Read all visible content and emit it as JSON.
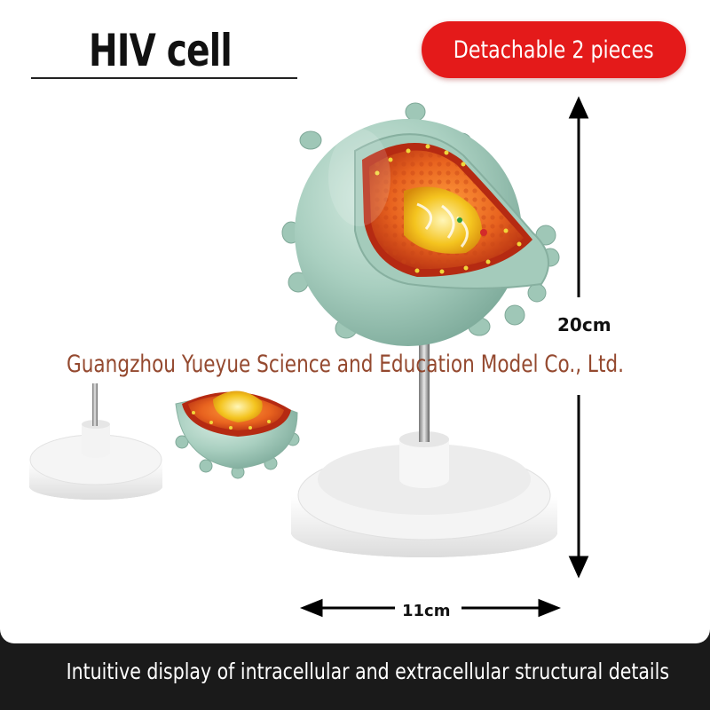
{
  "header": {
    "title": "HIV cell",
    "badge": "Detachable 2 pieces"
  },
  "dimensions": {
    "height_label": "20cm",
    "width_label": "11cm"
  },
  "watermark": "Guangzhou Yueyue Science and Education Model Co., Ltd.",
  "caption": "Intuitive display of intracellular and extracellular structural details",
  "colors": {
    "badge_red": "#e41a1a",
    "virus_shell": "#a9cfc0",
    "inner_orange": "#e8631f",
    "core_yellow": "#f4c41f",
    "base_white": "#f2f2f2",
    "caption_bg": "#1a1a1a"
  }
}
